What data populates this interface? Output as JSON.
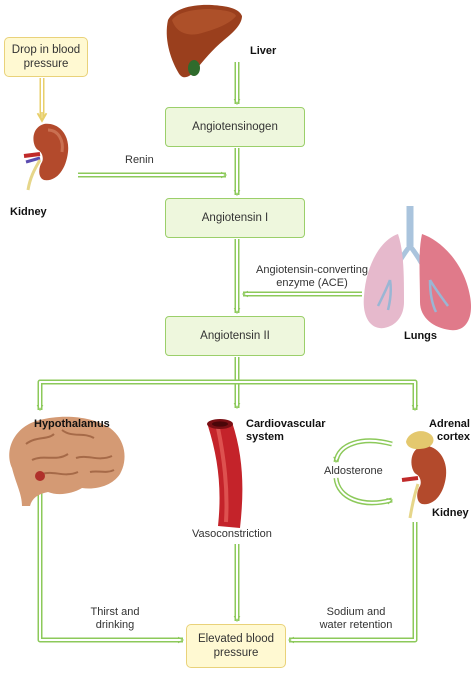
{
  "boxes": {
    "drop": [
      "Drop in blood",
      "pressure"
    ],
    "angiotensinogen": "Angiotensinogen",
    "angiotensin1": "Angiotensin I",
    "angiotensin2": "Angiotensin II",
    "elevated": [
      "Elevated blood",
      "pressure"
    ]
  },
  "organs": {
    "liver": "Liver",
    "kidney_left": "Kidney",
    "lungs": "Lungs",
    "hypothalamus": "Hypothalamus",
    "cardiovascular": [
      "Cardiovascular",
      "system"
    ],
    "adrenal": [
      "Adrenal",
      "cortex"
    ],
    "kidney_right": "Kidney"
  },
  "labels": {
    "renin": "Renin",
    "ace": [
      "Angiotensin-converting",
      "enzyme (ACE)"
    ],
    "aldosterone": "Aldosterone",
    "vasoconstriction": "Vasoconstriction",
    "thirst": [
      "Thirst and",
      "drinking"
    ],
    "sodium": [
      "Sodium and",
      "water retention"
    ]
  },
  "colors": {
    "arrow_green": "#8cc95a",
    "arrow_yellow": "#e8cf6a",
    "box_green_fill": "#eef7dd",
    "box_yellow_fill": "#fff9d2"
  }
}
